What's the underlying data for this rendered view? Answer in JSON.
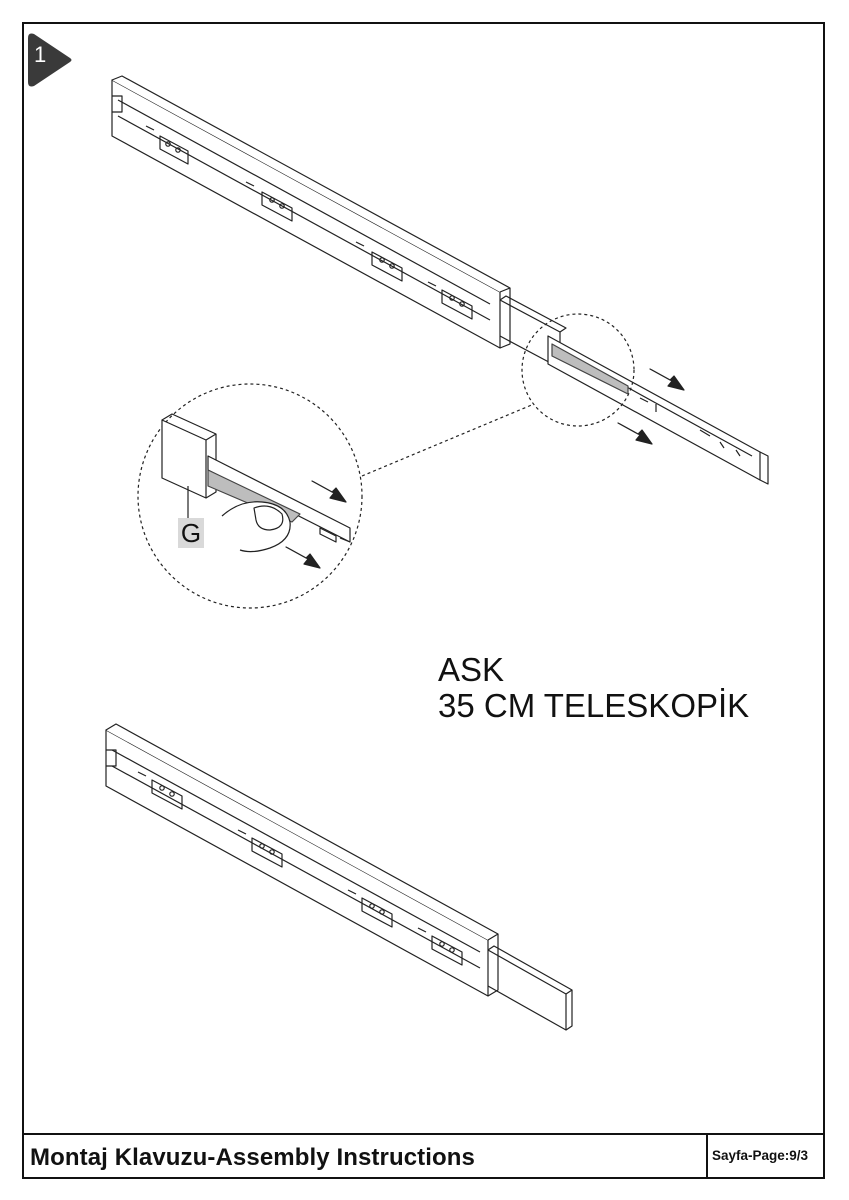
{
  "step": {
    "number": "1"
  },
  "caption": {
    "line1": "ASK",
    "line2": "35 CM TELESKOPİK"
  },
  "detail": {
    "label": "G"
  },
  "footer": {
    "title": "Montaj Klavuzu-Assembly Instructions",
    "page": "Sayfa-Page:9/3"
  },
  "colors": {
    "line": "#222222",
    "badge": "#3a3a3a",
    "label_bg": "#d9d9d9",
    "arrow": "#222222"
  }
}
